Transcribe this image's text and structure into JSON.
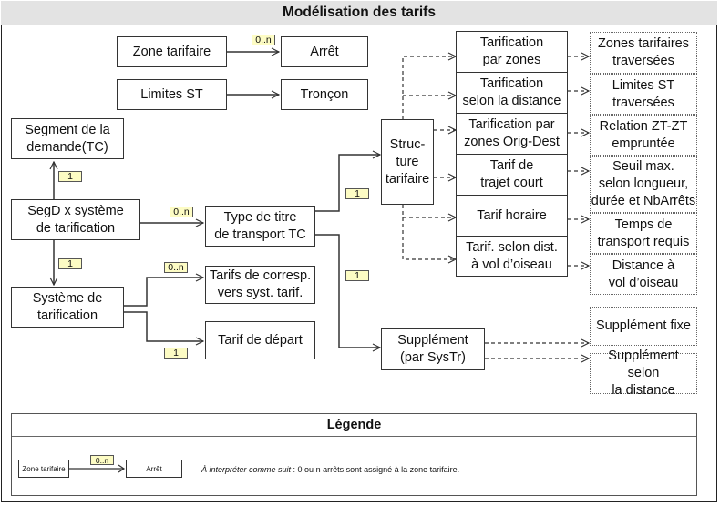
{
  "title": "Modélisation des tarifs",
  "nodes": {
    "zone_tarifaire": "Zone tarifaire",
    "arret": "Arrêt",
    "limites_st": "Limites ST",
    "troncon": "Tronçon",
    "segment_demande": "Segment de la\ndemande(TC)",
    "segd_systeme": "SegD x système\nde tarification",
    "systeme_tarification": "Système de\ntarification",
    "type_titre": "Type de titre\nde transport TC",
    "tarifs_corresp": "Tarifs de corresp.\nvers syst. tarif.",
    "tarif_depart": "Tarif de départ",
    "structure_tarifaire": "Struc-\nture\ntarifaire",
    "supplement": "Supplément\n(par SysTr)"
  },
  "structure_types": [
    {
      "label": "Tarification\npar zones",
      "attribute": "Zones tarifaires\ntraversées"
    },
    {
      "label": "Tarification\nselon la distance",
      "attribute": "Limites ST\ntraversées"
    },
    {
      "label": "Tarification par\nzones Orig-Dest",
      "attribute": "Relation ZT-ZT\nempruntée"
    },
    {
      "label": "Tarif de\ntrajet court",
      "attribute": "Seuil max.\nselon longueur,\ndurée et NbArrêts"
    },
    {
      "label": "Tarif horaire",
      "attribute": "Temps de\ntransport requis"
    },
    {
      "label": "Tarif. selon dist.\nà vol d’oiseau",
      "attribute": "Distance à\nvol d’oiseau"
    }
  ],
  "supplement_types": [
    "Supplément fixe",
    "Supplément selon\nla distance"
  ],
  "multiplicities": {
    "zone_arret": "0..n",
    "segd_segment": "1",
    "segd_type": "0..n",
    "segd_systeme": "1",
    "systeme_corresp": "0..n",
    "systeme_depart": "1",
    "type_structure": "1",
    "type_supplement": "1"
  },
  "legend": {
    "title": "Légende",
    "example_source": "Zone tarifaire",
    "example_target": "Arrêt",
    "example_multiplicity": "0..n",
    "explanation_italic": "À interpréter comme suit",
    "explanation_rest": " : 0 ou n arrêts sont assigné à la zone tarifaire."
  }
}
